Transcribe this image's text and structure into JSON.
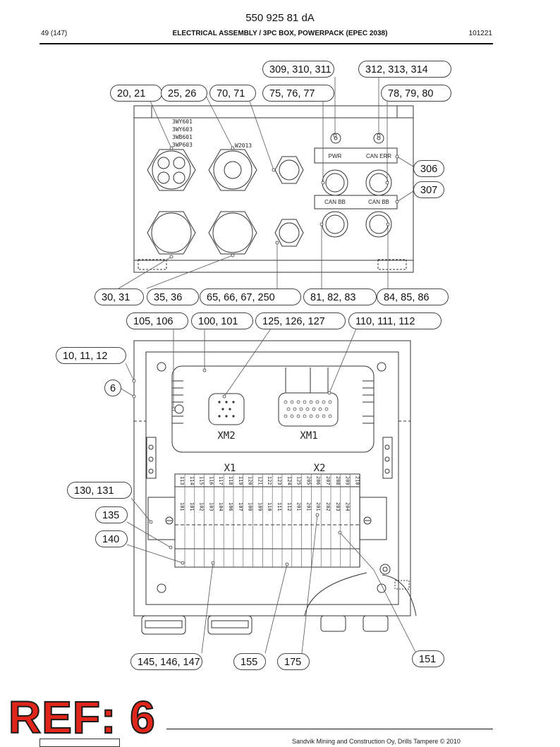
{
  "header": {
    "doc_number": "550 925 81 dA",
    "page": "49 (147)",
    "title": "ELECTRICAL ASSEMBLY / 3PC BOX, POWERPACK (EPEC 2038)",
    "date": "101221"
  },
  "top_view": {
    "wire_labels": [
      "3WY601",
      "3WY603",
      "3WB601",
      "3WP603"
    ],
    "wire_label_2": "W2013",
    "indicators": [
      "PWR",
      "CAN ERR"
    ],
    "connectors": [
      "CAN BB",
      "CAN BB"
    ]
  },
  "bottom_view": {
    "modules": [
      "XM2",
      "XM1"
    ],
    "terminal_groups": [
      "X1",
      "X2"
    ],
    "terminals_top": [
      "113",
      "114",
      "115",
      "116",
      "117",
      "118",
      "119",
      "120",
      "121",
      "122",
      "123",
      "124",
      "125",
      "205",
      "206",
      "207",
      "208",
      "209",
      "210"
    ],
    "terminals_bottom": [
      "101",
      "101",
      "102",
      "103",
      "104",
      "106",
      "107",
      "108",
      "109",
      "110",
      "111",
      "112",
      "201",
      "201",
      "201",
      "202",
      "203",
      "204"
    ]
  },
  "callouts": [
    {
      "id": "c309",
      "text": "309, 310, 311"
    },
    {
      "id": "c312",
      "text": "312, 313, 314"
    },
    {
      "id": "c20",
      "text": "20, 21"
    },
    {
      "id": "c25",
      "text": "25, 26"
    },
    {
      "id": "c70",
      "text": "70, 71"
    },
    {
      "id": "c75",
      "text": "75, 76, 77"
    },
    {
      "id": "c78",
      "text": "78, 79, 80"
    },
    {
      "id": "c306",
      "text": "306"
    },
    {
      "id": "c307",
      "text": "307"
    },
    {
      "id": "c30",
      "text": "30, 31"
    },
    {
      "id": "c35",
      "text": "35, 36"
    },
    {
      "id": "c65",
      "text": "65, 66, 67, 250"
    },
    {
      "id": "c81",
      "text": "81, 82, 83"
    },
    {
      "id": "c84",
      "text": "84, 85, 86"
    },
    {
      "id": "c105",
      "text": "105, 106"
    },
    {
      "id": "c100",
      "text": "100, 101"
    },
    {
      "id": "c125",
      "text": "125, 126, 127"
    },
    {
      "id": "c110",
      "text": "110, 111, 112"
    },
    {
      "id": "c10",
      "text": "10, 11, 12"
    },
    {
      "id": "c6",
      "text": "6"
    },
    {
      "id": "c130",
      "text": "130, 131"
    },
    {
      "id": "c135",
      "text": "135"
    },
    {
      "id": "c140",
      "text": "140"
    },
    {
      "id": "c145",
      "text": "145, 146, 147"
    },
    {
      "id": "c155",
      "text": "155"
    },
    {
      "id": "c175",
      "text": "175"
    },
    {
      "id": "c151",
      "text": "151"
    }
  ],
  "stamp": {
    "text": "REF: 6",
    "color": "#e0261b"
  },
  "footer": {
    "copyright": "Sandvik Mining and Construction Oy, Drills Tampere © 2010"
  }
}
